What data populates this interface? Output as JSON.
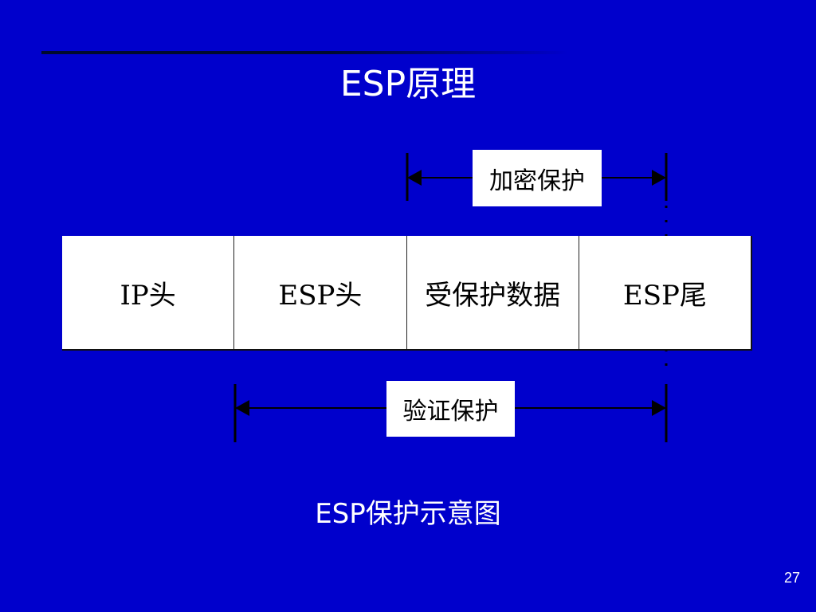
{
  "slide": {
    "title": "ESP原理",
    "caption": "ESP保护示意图",
    "page_number": "27",
    "background_color": "#0000cc"
  },
  "diagram": {
    "encryption_label": "加密保护",
    "authentication_label": "验证保护",
    "packet_fields": [
      {
        "label": "IP头"
      },
      {
        "label": "ESP头"
      },
      {
        "label": "受保护数据"
      },
      {
        "label": "ESP尾"
      }
    ]
  }
}
